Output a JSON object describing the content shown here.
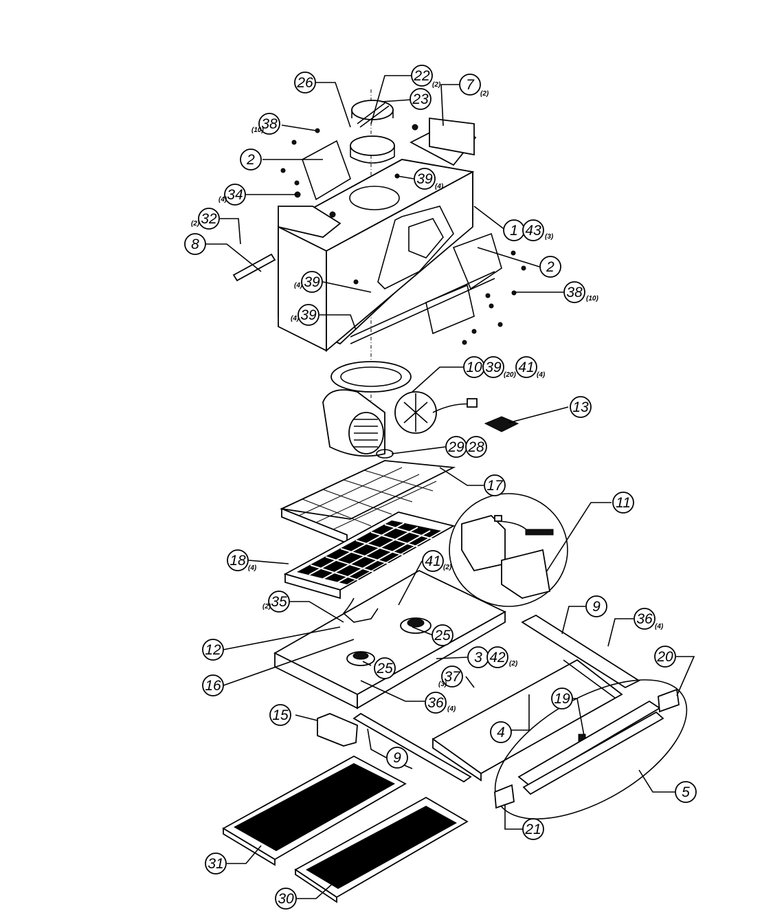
{
  "callouts": [
    {
      "id": "c26",
      "num": "26"
    },
    {
      "id": "c22",
      "num": "22",
      "qty": "(2)"
    },
    {
      "id": "c23",
      "num": "23"
    },
    {
      "id": "c7",
      "num": "7",
      "qty": "(2)"
    },
    {
      "id": "c38a",
      "num": "38",
      "qty": "(10)"
    },
    {
      "id": "c2a",
      "num": "2"
    },
    {
      "id": "c39a",
      "num": "39",
      "qty": "(4)"
    },
    {
      "id": "c34",
      "num": "34",
      "qty": "(4)"
    },
    {
      "id": "c32",
      "num": "32",
      "qty": "(2)"
    },
    {
      "id": "c8",
      "num": "8"
    },
    {
      "id": "c1",
      "num": "1"
    },
    {
      "id": "c43",
      "num": "43",
      "qty": "(3)"
    },
    {
      "id": "c2b",
      "num": "2"
    },
    {
      "id": "c39b",
      "num": "39",
      "qty": "(4)"
    },
    {
      "id": "c38b",
      "num": "38",
      "qty": "(10)"
    },
    {
      "id": "c39c",
      "num": "39",
      "qty": "(4)"
    },
    {
      "id": "c10",
      "num": "10"
    },
    {
      "id": "c39d",
      "num": "39",
      "qty": "(20)"
    },
    {
      "id": "c41a",
      "num": "41",
      "qty": "(4)"
    },
    {
      "id": "c13",
      "num": "13"
    },
    {
      "id": "c29",
      "num": "29"
    },
    {
      "id": "c28",
      "num": "28"
    },
    {
      "id": "c17",
      "num": "17"
    },
    {
      "id": "c11",
      "num": "11"
    },
    {
      "id": "c18",
      "num": "18",
      "qty": "(4)"
    },
    {
      "id": "c41b",
      "num": "41",
      "qty": "(2)"
    },
    {
      "id": "c35",
      "num": "35",
      "qty": "(2)"
    },
    {
      "id": "c9a",
      "num": "9"
    },
    {
      "id": "c36a",
      "num": "36",
      "qty": "(4)"
    },
    {
      "id": "c20",
      "num": "20"
    },
    {
      "id": "c12",
      "num": "12"
    },
    {
      "id": "c25a",
      "num": "25"
    },
    {
      "id": "c3",
      "num": "3"
    },
    {
      "id": "c42",
      "num": "42",
      "qty": "(2)"
    },
    {
      "id": "c25b",
      "num": "25"
    },
    {
      "id": "c37",
      "num": "37",
      "qty": "(3)"
    },
    {
      "id": "c16",
      "num": "16"
    },
    {
      "id": "c36b",
      "num": "36",
      "qty": "(4)"
    },
    {
      "id": "c19",
      "num": "19"
    },
    {
      "id": "c15",
      "num": "15"
    },
    {
      "id": "c4",
      "num": "4"
    },
    {
      "id": "c9b",
      "num": "9"
    },
    {
      "id": "c5",
      "num": "5"
    },
    {
      "id": "c21",
      "num": "21"
    },
    {
      "id": "c31",
      "num": "31"
    },
    {
      "id": "c30",
      "num": "30"
    }
  ]
}
